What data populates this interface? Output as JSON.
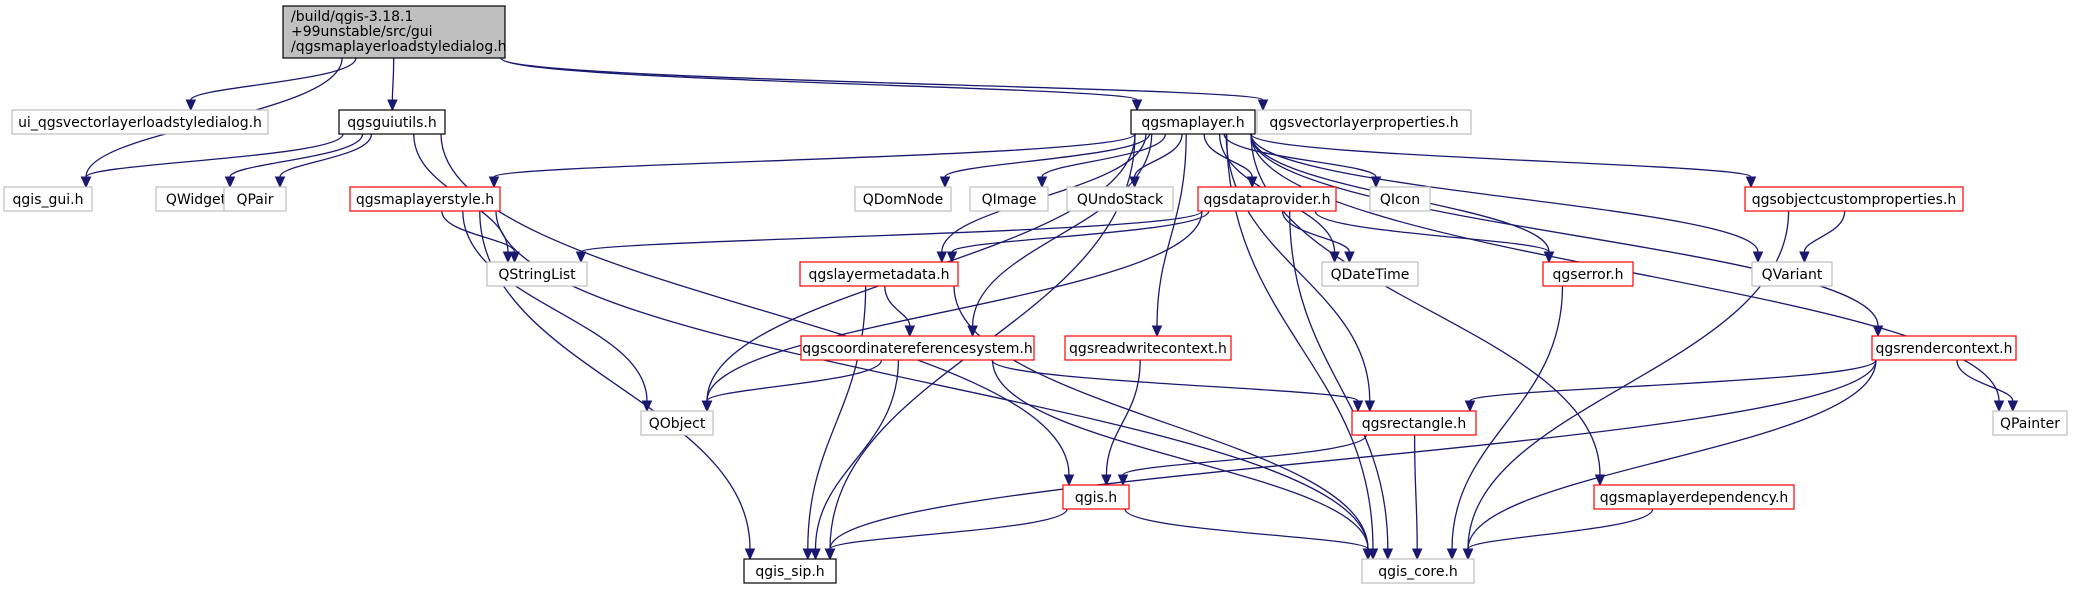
{
  "diagram": {
    "colors": {
      "edge": "#191970",
      "focus_fill": "#bfbfbf",
      "border_black": "#000000",
      "border_red": "#ff0000",
      "border_gray": "#bfbfbf"
    },
    "nodes": [
      {
        "id": "root",
        "lines": [
          "/build/qgis-3.18.1",
          "+99unstable/src/gui",
          "/qgsmaplayerloadstyledialog.h"
        ],
        "style": "focus"
      },
      {
        "id": "ui_dialog",
        "lines": [
          "ui_qgsvectorlayerloadstyledialog.h"
        ],
        "style": "gray"
      },
      {
        "id": "guiutils",
        "lines": [
          "qgsguiutils.h"
        ],
        "style": "black"
      },
      {
        "id": "maplayer",
        "lines": [
          "qgsmaplayer.h"
        ],
        "style": "black"
      },
      {
        "id": "vlprops",
        "lines": [
          "qgsvectorlayerproperties.h"
        ],
        "style": "gray"
      },
      {
        "id": "qgis_gui",
        "lines": [
          "qgis_gui.h"
        ],
        "style": "gray"
      },
      {
        "id": "qwidget",
        "lines": [
          "QWidget"
        ],
        "style": "gray"
      },
      {
        "id": "qpair",
        "lines": [
          "QPair"
        ],
        "style": "gray"
      },
      {
        "id": "mlstyle",
        "lines": [
          "qgsmaplayerstyle.h"
        ],
        "style": "red"
      },
      {
        "id": "qdomnode",
        "lines": [
          "QDomNode"
        ],
        "style": "gray"
      },
      {
        "id": "qimage",
        "lines": [
          "QImage"
        ],
        "style": "gray"
      },
      {
        "id": "qundostack",
        "lines": [
          "QUndoStack"
        ],
        "style": "gray"
      },
      {
        "id": "dataprovider",
        "lines": [
          "qgsdataprovider.h"
        ],
        "style": "red"
      },
      {
        "id": "qicon",
        "lines": [
          "QIcon"
        ],
        "style": "gray"
      },
      {
        "id": "objcustom",
        "lines": [
          "qgsobjectcustomproperties.h"
        ],
        "style": "red"
      },
      {
        "id": "qstringlist",
        "lines": [
          "QStringList"
        ],
        "style": "gray"
      },
      {
        "id": "layermeta",
        "lines": [
          "qgslayermetadata.h"
        ],
        "style": "red"
      },
      {
        "id": "qdatetime",
        "lines": [
          "QDateTime"
        ],
        "style": "gray"
      },
      {
        "id": "error",
        "lines": [
          "qgserror.h"
        ],
        "style": "red"
      },
      {
        "id": "qvariant",
        "lines": [
          "QVariant"
        ],
        "style": "gray"
      },
      {
        "id": "crs",
        "lines": [
          "qgscoordinatereferencesystem.h"
        ],
        "style": "red"
      },
      {
        "id": "rwcontext",
        "lines": [
          "qgsreadwritecontext.h"
        ],
        "style": "red"
      },
      {
        "id": "rendercontext",
        "lines": [
          "qgsrendercontext.h"
        ],
        "style": "red"
      },
      {
        "id": "qobject",
        "lines": [
          "QObject"
        ],
        "style": "gray"
      },
      {
        "id": "rectangle",
        "lines": [
          "qgsrectangle.h"
        ],
        "style": "red"
      },
      {
        "id": "qpainter",
        "lines": [
          "QPainter"
        ],
        "style": "gray"
      },
      {
        "id": "qgis_h",
        "lines": [
          "qgis.h"
        ],
        "style": "red"
      },
      {
        "id": "mldependency",
        "lines": [
          "qgsmaplayerdependency.h"
        ],
        "style": "red"
      },
      {
        "id": "qgis_sip",
        "lines": [
          "qgis_sip.h"
        ],
        "style": "black"
      },
      {
        "id": "qgis_core",
        "lines": [
          "qgis_core.h"
        ],
        "style": "gray"
      }
    ],
    "edges": [
      [
        "root",
        "ui_dialog"
      ],
      [
        "root",
        "qgis_gui"
      ],
      [
        "root",
        "guiutils"
      ],
      [
        "root",
        "maplayer"
      ],
      [
        "root",
        "vlprops"
      ],
      [
        "guiutils",
        "qgis_gui"
      ],
      [
        "guiutils",
        "qwidget"
      ],
      [
        "guiutils",
        "qpair"
      ],
      [
        "guiutils",
        "qstringlist"
      ],
      [
        "guiutils",
        "qgis_h"
      ],
      [
        "maplayer",
        "mlstyle"
      ],
      [
        "maplayer",
        "qdomnode"
      ],
      [
        "maplayer",
        "qimage"
      ],
      [
        "maplayer",
        "qundostack"
      ],
      [
        "maplayer",
        "dataprovider"
      ],
      [
        "maplayer",
        "qicon"
      ],
      [
        "maplayer",
        "objcustom"
      ],
      [
        "maplayer",
        "qvariant"
      ],
      [
        "maplayer",
        "qpainter"
      ],
      [
        "maplayer",
        "rendercontext"
      ],
      [
        "maplayer",
        "error"
      ],
      [
        "maplayer",
        "qdatetime"
      ],
      [
        "maplayer",
        "rectangle"
      ],
      [
        "maplayer",
        "mldependency"
      ],
      [
        "maplayer",
        "qgis_core"
      ],
      [
        "maplayer",
        "qobject"
      ],
      [
        "maplayer",
        "layermeta"
      ],
      [
        "maplayer",
        "crs"
      ],
      [
        "maplayer",
        "rwcontext"
      ],
      [
        "maplayer",
        "qgis_sip"
      ],
      [
        "mlstyle",
        "qstringlist"
      ],
      [
        "mlstyle",
        "qobject"
      ],
      [
        "mlstyle",
        "qgis_sip"
      ],
      [
        "mlstyle",
        "qgis_core"
      ],
      [
        "dataprovider",
        "qstringlist"
      ],
      [
        "dataprovider",
        "layermeta"
      ],
      [
        "dataprovider",
        "qdatetime"
      ],
      [
        "dataprovider",
        "error"
      ],
      [
        "dataprovider",
        "qobject"
      ],
      [
        "dataprovider",
        "qgis_core"
      ],
      [
        "objcustom",
        "qvariant"
      ],
      [
        "objcustom",
        "qgis_core"
      ],
      [
        "layermeta",
        "crs"
      ],
      [
        "layermeta",
        "qgis_sip"
      ],
      [
        "layermeta",
        "qgis_core"
      ],
      [
        "error",
        "qgis_core"
      ],
      [
        "crs",
        "qobject"
      ],
      [
        "crs",
        "rectangle"
      ],
      [
        "crs",
        "qgis_sip"
      ],
      [
        "crs",
        "qgis_core"
      ],
      [
        "rwcontext",
        "qgis_h"
      ],
      [
        "rendercontext",
        "rectangle"
      ],
      [
        "rendercontext",
        "qpainter"
      ],
      [
        "rendercontext",
        "qgis_sip"
      ],
      [
        "rendercontext",
        "qgis_core"
      ],
      [
        "rectangle",
        "qgis_h"
      ],
      [
        "rectangle",
        "qgis_core"
      ],
      [
        "qgis_h",
        "qgis_sip"
      ],
      [
        "qgis_h",
        "qgis_core"
      ],
      [
        "mldependency",
        "qgis_core"
      ]
    ]
  }
}
